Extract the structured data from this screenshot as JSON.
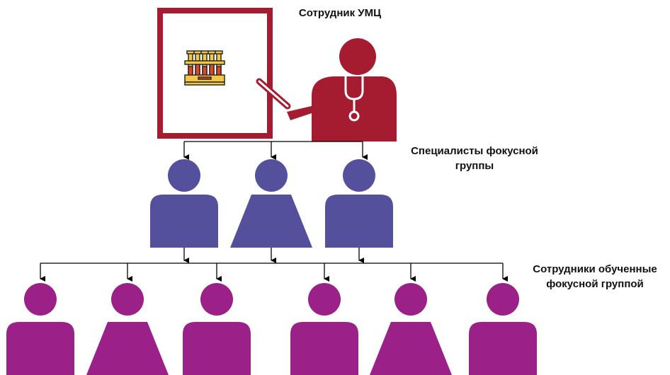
{
  "labels": {
    "trainer": "Сотрудник УМЦ",
    "focus_group": [
      "Специалисты фокусной",
      "группы"
    ],
    "trained_staff": [
      "Сотрудники обученные",
      "фокусной группой"
    ]
  },
  "colors": {
    "trainer": "#A51C30",
    "focus_group": "#55509C",
    "trained_staff": "#9B2188",
    "connector": "#000000",
    "board_icon_frame": "#2B2B2B",
    "board_icon_fill": "#F4C842",
    "board_icon_tubes": "#E0452B"
  },
  "icons": {
    "board": "whiteboard-frame-icon",
    "board_content": "test-tube-rack-icon",
    "pointer": "pointer-stick-icon",
    "trainer": "doctor-stethoscope-icon",
    "person": "person-icon"
  },
  "groups": {
    "focus_group_count": 3,
    "trained_staff_count": 6
  }
}
